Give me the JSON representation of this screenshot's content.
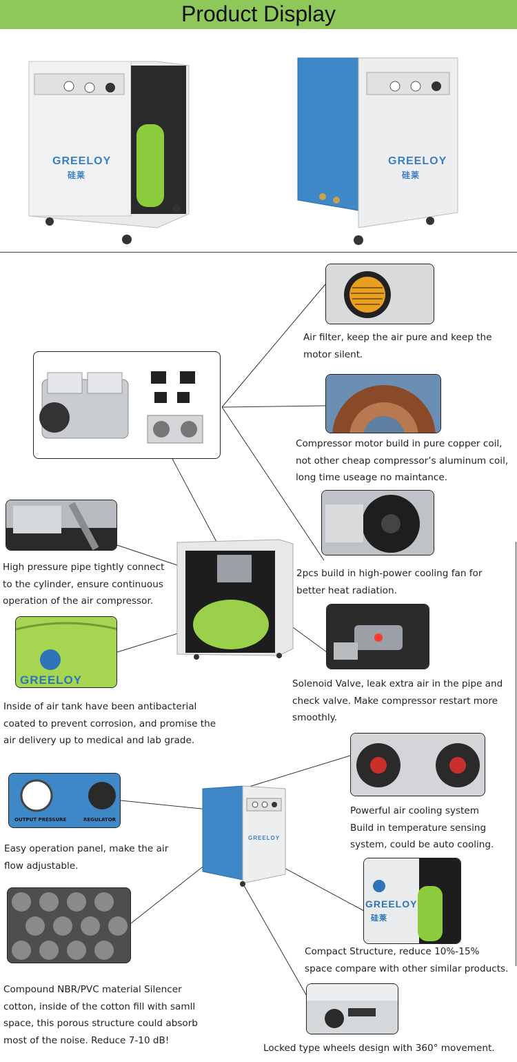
{
  "banner": {
    "title": "Product Display",
    "color": "#8fc85a"
  },
  "brand": {
    "name": "GREELOY",
    "chinese": "硅莱"
  },
  "panel": {
    "output_pressure": "OUTPUT PRESSURE",
    "regulator": "REGULATOR"
  },
  "captions": {
    "air_filter": [
      "Air filter, keep the air pure and keep the",
      "motor silent."
    ],
    "motor": [
      "Compressor motor build in pure copper coil,",
      "not other cheap compressor’s aluminum coil,",
      "long time useage no maintance."
    ],
    "fan": [
      "2pcs build in high-power cooling fan for",
      "better heat radiation."
    ],
    "pipe": [
      "High pressure pipe tightly connect",
      "to the cylinder, ensure continuous",
      "operation of the air compressor."
    ],
    "solenoid": [
      "Solenoid Valve, leak extra air in the pipe and",
      "check valve. Make compressor restart more",
      "smoothly."
    ],
    "tank": [
      "Inside of air tank have been antibacterial",
      "coated to prevent corrosion, and promise the",
      "air delivery up to medical and lab grade."
    ],
    "cooling": [
      "Powerful air cooling system",
      "Build in temperature sensing",
      "system, could be auto cooling."
    ],
    "panel": [
      "Easy operation panel, make the air",
      "flow adjustable."
    ],
    "compact": [
      "Compact Structure, reduce 10%-15%",
      "space compare with other similar products."
    ],
    "silencer": [
      "Compound NBR/PVC material Silencer",
      "cotton, inside of the cotton fill with samll",
      "space, this porous structure could absorb",
      "most of the noise. Reduce 7-10 dB!"
    ],
    "wheels": [
      "Locked type wheels design with 360° movement."
    ]
  }
}
